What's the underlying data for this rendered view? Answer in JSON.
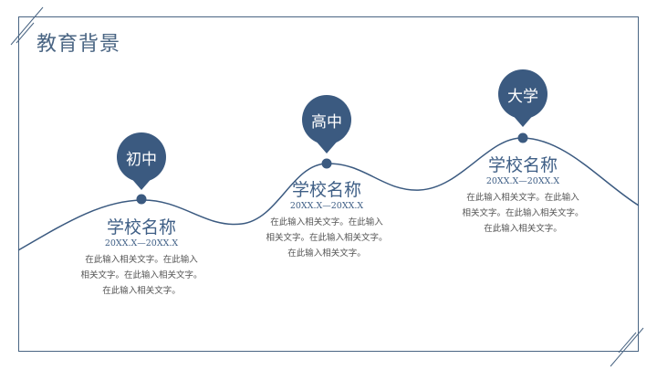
{
  "slide": {
    "title": "教育背景",
    "colors": {
      "accent": "#3b5a80",
      "line": "#4a6583",
      "text_body": "#555555"
    }
  },
  "timeline": [
    {
      "stage": "初中",
      "school": "学校名称",
      "period": "20XX.X—20XX.X",
      "description_lines": [
        "在此输入相关文字。在此输入",
        "相关文字。在此输入相关文字。",
        "在此输入相关文字。"
      ]
    },
    {
      "stage": "高中",
      "school": "学校名称",
      "period": "20XX.X—20XX.X",
      "description_lines": [
        "在此输入相关文字。在此输入",
        "相关文字。在此输入相关文字。",
        "在此输入相关文字。"
      ]
    },
    {
      "stage": "大学",
      "school": "学校名称",
      "period": "20XX.X—20XX.X",
      "description_lines": [
        "在此输入相关文字。在此输入",
        "相关文字。在此输入相关文字。",
        "在此输入相关文字。"
      ]
    }
  ]
}
